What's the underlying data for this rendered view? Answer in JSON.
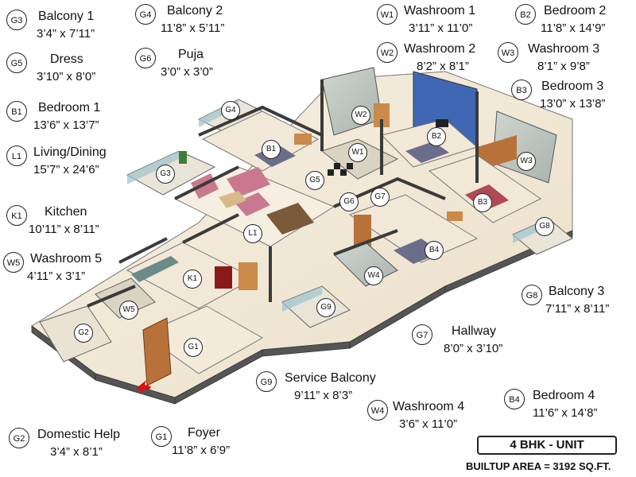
{
  "rooms": [
    {
      "code": "G3",
      "name": "Balcony 1",
      "dim": "3’4” x 7’11”"
    },
    {
      "code": "G4",
      "name": "Balcony 2",
      "dim": "11’8” x 5’11”"
    },
    {
      "code": "W1",
      "name": "Washroom 1",
      "dim": "3’11” x 11’0”"
    },
    {
      "code": "B2",
      "name": "Bedroom 2",
      "dim": "11’8” x 14’9”"
    },
    {
      "code": "W2",
      "name": "Washroom 2",
      "dim": "8’2” x 8’1”"
    },
    {
      "code": "W3",
      "name": "Washroom 3",
      "dim": "8’1” x 9’8”"
    },
    {
      "code": "G5",
      "name": "Dress",
      "dim": "3’10” x 8’0”"
    },
    {
      "code": "G6",
      "name": "Puja",
      "dim": "3’0” x 3’0”"
    },
    {
      "code": "B3",
      "name": "Bedroom 3",
      "dim": "13’0” x 13’8”"
    },
    {
      "code": "B1",
      "name": "Bedroom 1",
      "dim": "13’6” x 13’7”"
    },
    {
      "code": "L1",
      "name": "Living/Dining",
      "dim": "15’7” x 24’6”"
    },
    {
      "code": "K1",
      "name": "Kitchen",
      "dim": "10’11” x 8’11”"
    },
    {
      "code": "W5",
      "name": "Washroom 5",
      "dim": "4’11” x 3’1”"
    },
    {
      "code": "G8",
      "name": "Balcony 3",
      "dim": "7’11” x 8’11”"
    },
    {
      "code": "G7",
      "name": "Hallway",
      "dim": "8’0” x 3’10”"
    },
    {
      "code": "G9",
      "name": "Service Balcony",
      "dim": "9’11” x 8’3”"
    },
    {
      "code": "W4",
      "name": "Washroom 4",
      "dim": "3’6” x 11’0”"
    },
    {
      "code": "B4",
      "name": "Bedroom 4",
      "dim": "11’6” x 14’8”"
    },
    {
      "code": "G2",
      "name": "Domestic Help",
      "dim": "3’4” x 8’1”"
    },
    {
      "code": "G1",
      "name": "Foyer",
      "dim": "11’8” x 6’9”"
    }
  ],
  "plan_tags": [
    "G4",
    "W2",
    "B2",
    "W1",
    "B1",
    "G3",
    "G5",
    "G6",
    "G7",
    "W3",
    "B3",
    "L1",
    "G8",
    "B4",
    "K1",
    "W4",
    "W5",
    "G9",
    "G2",
    "G1"
  ],
  "unit_type": "4 BHK - UNIT",
  "builtup_area": "BUILTUP AREA = 3192 SQ.FT.",
  "colors": {
    "floor": "#f3ead9",
    "wall": "#4a4a4a",
    "accent_wall": "#3f67b4",
    "wood": "#c98a4a",
    "sofa": "#c9798f",
    "bed_cover": "#6b6e8a",
    "glass": "#8fb9c9",
    "arrow": "#e01010"
  }
}
